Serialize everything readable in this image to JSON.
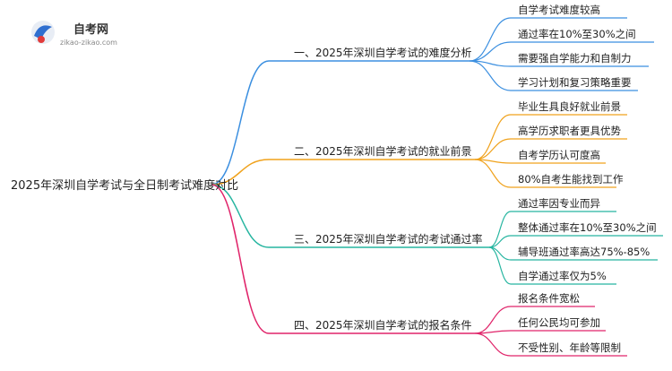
{
  "logo": {
    "title": "自考网",
    "url": "zikao-zikao.com"
  },
  "root": {
    "label": "2025年深圳自学考试与全日制考试难度对比"
  },
  "branches": [
    {
      "label": "一、2025年深圳自学考试的难度分析",
      "color": "#3b8fe0",
      "leaves": [
        "自学考试难度较高",
        "通过率在10%至30%之间",
        "需要强自学能力和自制力",
        "学习计划和复习策略重要"
      ]
    },
    {
      "label": "二、2025年深圳自学考试的就业前景",
      "color": "#f0a21c",
      "leaves": [
        "毕业生具良好就业前景",
        "高学历求职者更具优势",
        "自考学历认可度高",
        "80%自考生能找到工作"
      ]
    },
    {
      "label": "三、2025年深圳自学考试的考试通过率",
      "color": "#26b5a0",
      "leaves": [
        "通过率因专业而异",
        "整体通过率在10%至30%之间",
        "辅导班通过率高达75%-85%",
        "自学通过率仅为5%"
      ]
    },
    {
      "label": "四、2025年深圳自学考试的报名条件",
      "color": "#e0246a",
      "leaves": [
        "报名条件宽松",
        "任何公民均可参加",
        "不受性别、年龄等限制"
      ]
    }
  ]
}
